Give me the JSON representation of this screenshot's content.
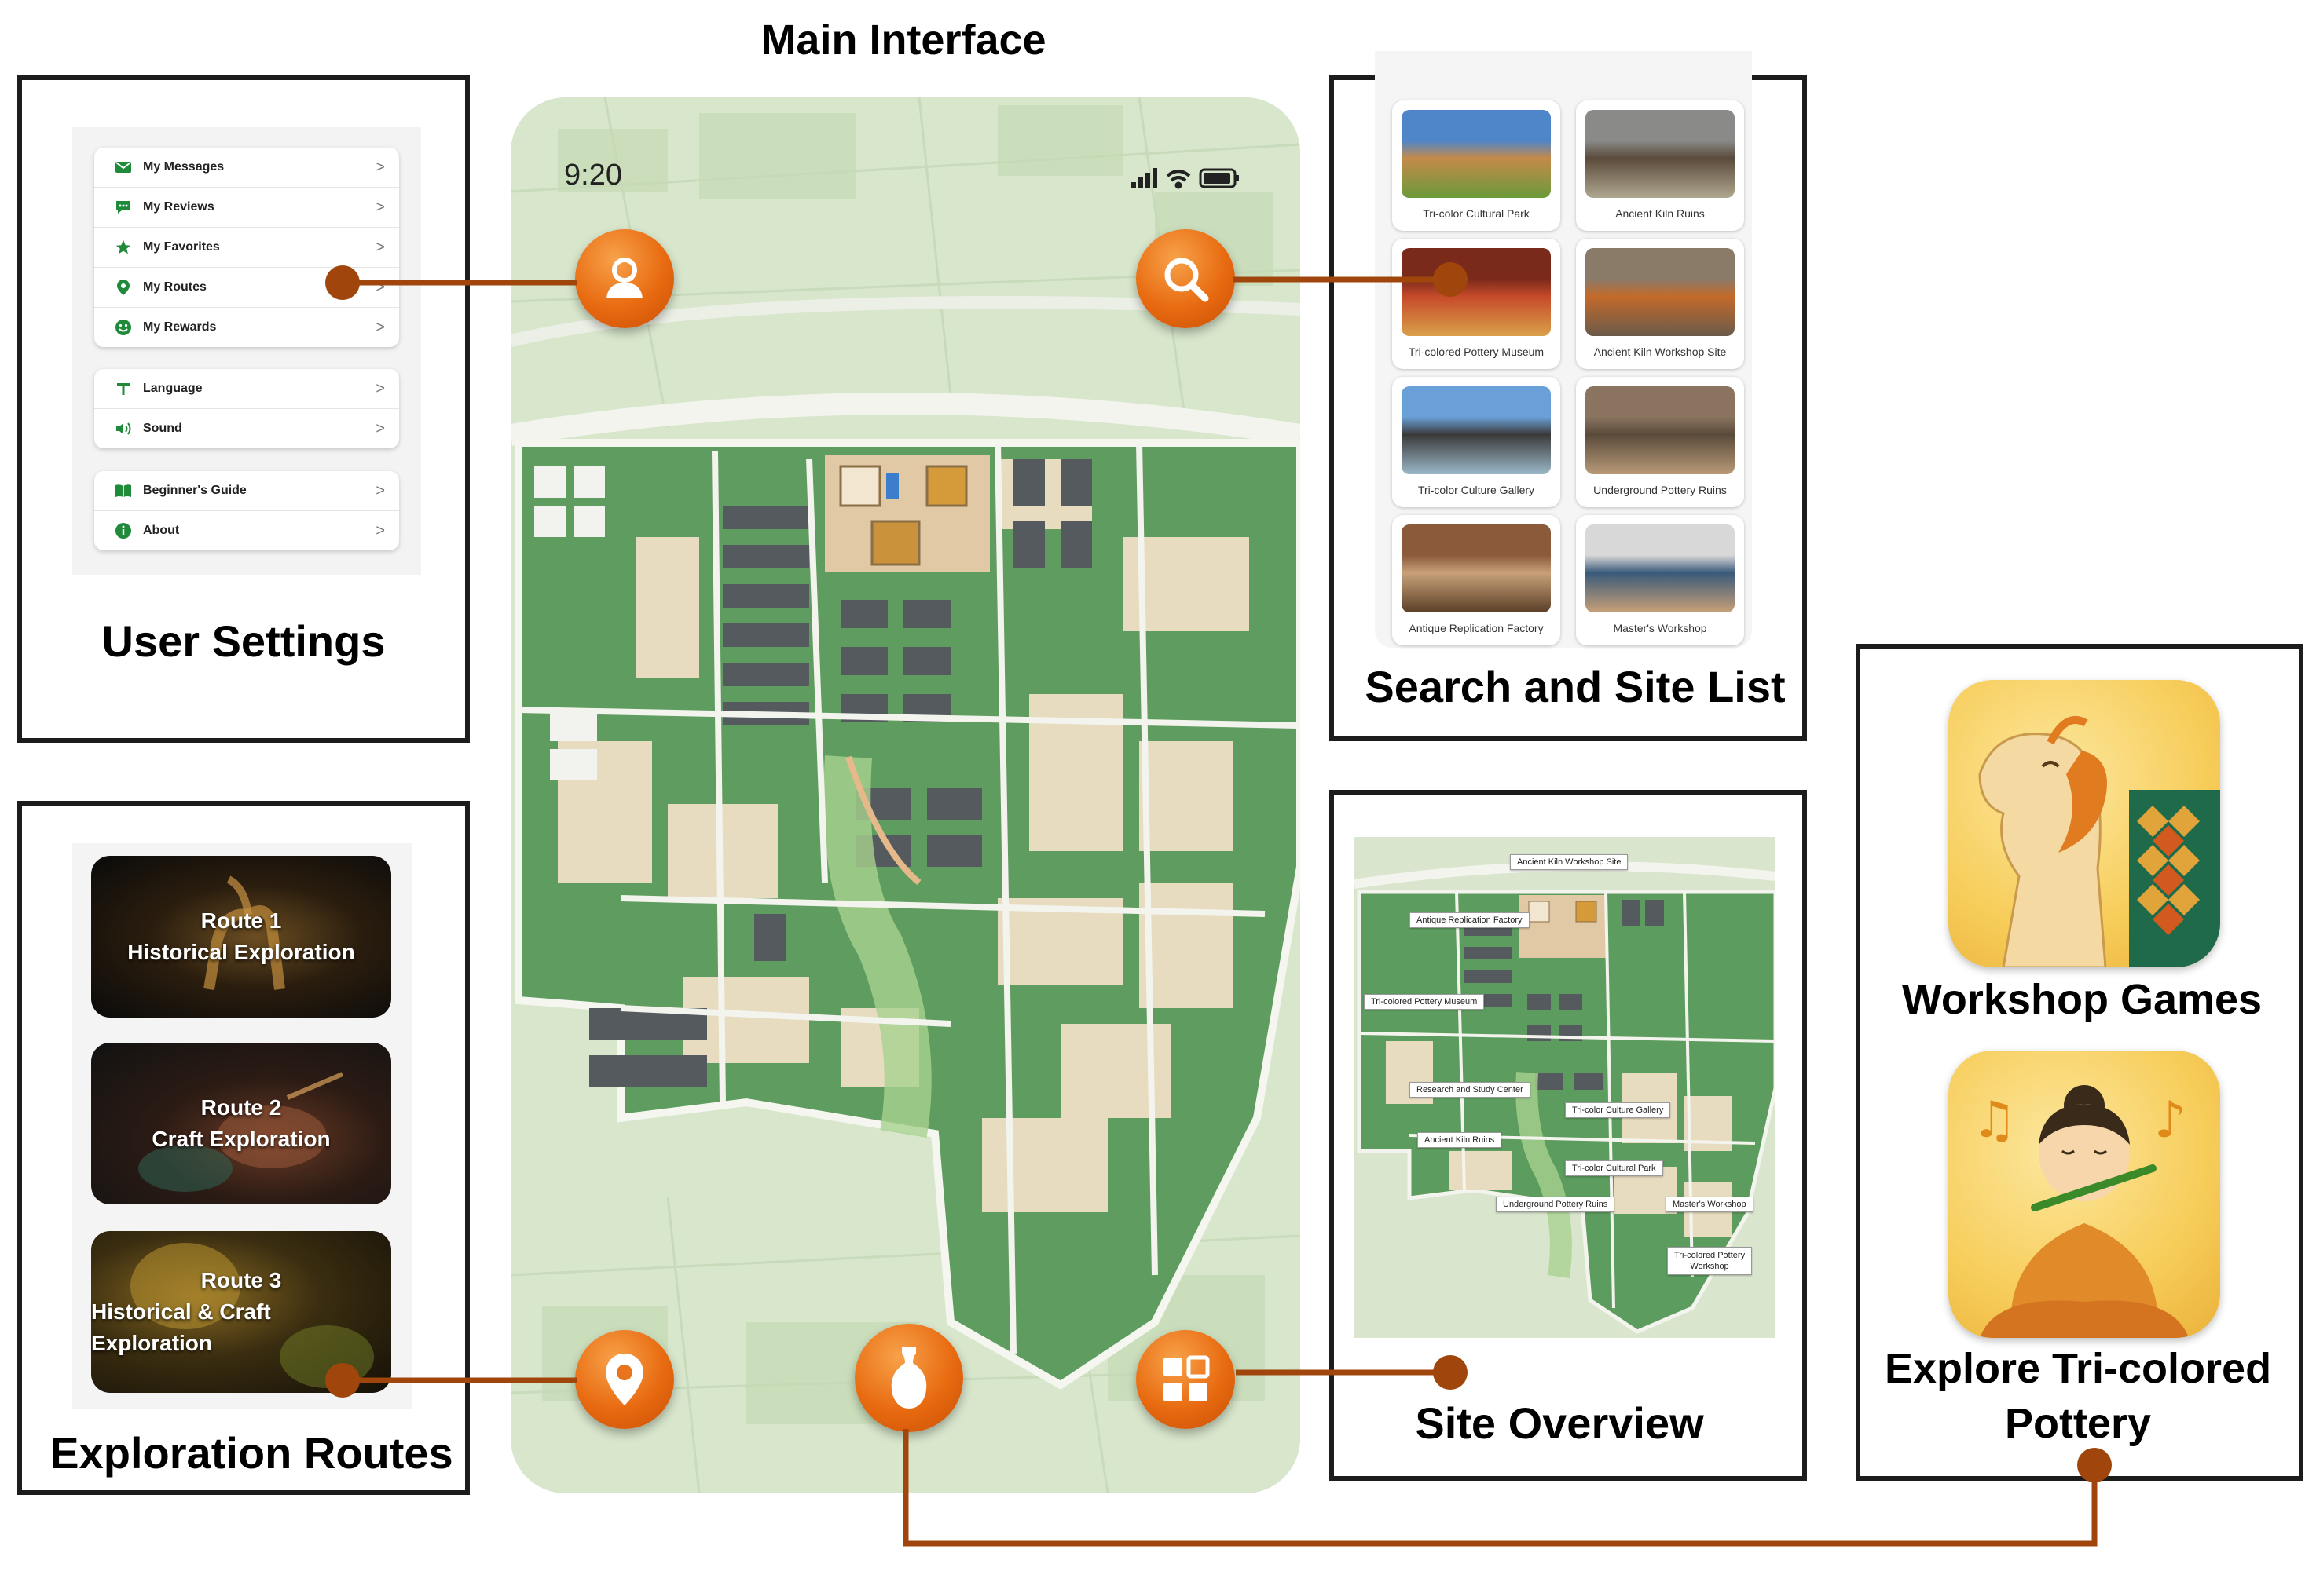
{
  "main_title": "Main Interface",
  "user_settings": {
    "title": "User Settings",
    "group1": [
      {
        "label": "My Messages",
        "icon": "mail-icon"
      },
      {
        "label": "My Reviews",
        "icon": "chat-icon"
      },
      {
        "label": "My Favorites",
        "icon": "star-icon"
      },
      {
        "label": "My Routes",
        "icon": "pin-icon"
      },
      {
        "label": "My Rewards",
        "icon": "smile-icon"
      }
    ],
    "group2": [
      {
        "label": "Language",
        "icon": "text-icon"
      },
      {
        "label": "Sound",
        "icon": "speaker-icon"
      }
    ],
    "group3": [
      {
        "label": "Beginner's Guide",
        "icon": "book-icon"
      },
      {
        "label": "About",
        "icon": "info-icon"
      }
    ],
    "chevron": ">"
  },
  "phone": {
    "status_time": "9:20",
    "buttons": [
      "user-icon",
      "search-icon",
      "location-icon",
      "vase-icon",
      "grid-icon"
    ]
  },
  "search_site_list": {
    "title": "Search and Site List",
    "sites": [
      "Tri-color Cultural Park",
      "Ancient Kiln Ruins",
      "Tri-colored Pottery Museum",
      "Ancient Kiln Workshop Site",
      "Tri-color Culture Gallery",
      "Underground Pottery Ruins",
      "Antique Replication Factory",
      "Master's Workshop"
    ]
  },
  "exploration_routes": {
    "title": "Exploration Routes",
    "routes": [
      {
        "line1": "Route 1",
        "line2": "Historical Exploration"
      },
      {
        "line1": "Route 2",
        "line2": "Craft Exploration"
      },
      {
        "line1": "Route 3",
        "line2": "Historical & Craft Exploration"
      }
    ]
  },
  "site_overview": {
    "title": "Site Overview",
    "labels": [
      "Ancient Kiln Workshop Site",
      "Antique Replication Factory",
      "Tri-colored Pottery Museum",
      "Research and Study Center",
      "Tri-color Culture Gallery",
      "Ancient Kiln Ruins",
      "Tri-color Cultural Park",
      "Underground Pottery Ruins",
      "Master's Workshop",
      "Tri-colored Pottery",
      "Workshop"
    ]
  },
  "games": {
    "workshop_title": "Workshop Games",
    "explore_title_line1": "Explore Tri-colored",
    "explore_title_line2": "Pottery"
  },
  "colors": {
    "accent_orange": "#e86a10",
    "connector_brown": "#a0460d",
    "settings_green": "#1f8a3a",
    "map_green": "#5a9e5c"
  }
}
